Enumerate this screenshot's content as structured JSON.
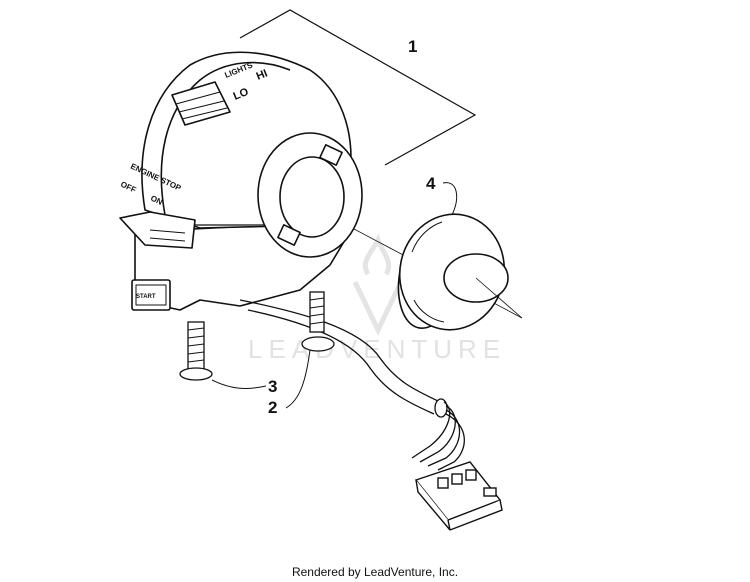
{
  "callouts": {
    "c1": "1",
    "c2": "2",
    "c3": "3",
    "c4": "4"
  },
  "switch_labels": {
    "lights": "LIGHTS",
    "hi": "HI",
    "lo": "LO",
    "engine_stop": "ENGINE STOP",
    "off": "OFF",
    "on": "ON",
    "start": "START"
  },
  "watermark": "LEADVENTURE",
  "footer": "Rendered by LeadVenture, Inc.",
  "colors": {
    "line": "#111111",
    "watermark": "#e2e2e2"
  }
}
